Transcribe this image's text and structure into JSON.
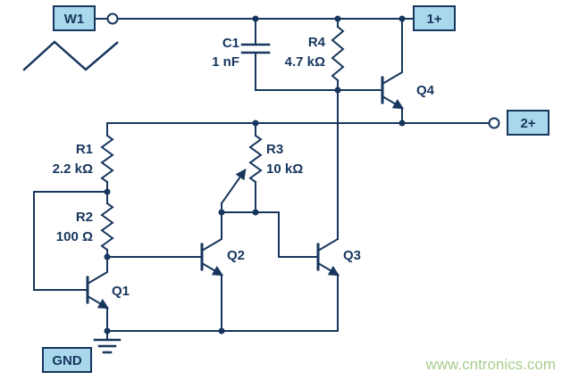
{
  "schematic": {
    "type": "circuit-schematic",
    "background": "#ffffff",
    "wire_color": "#17365d",
    "terminal_fill": "#a9d8ed",
    "watermark_color": "#a6ce8d",
    "terminals": {
      "w1": "W1",
      "scope1": "1+",
      "scope2": "2+",
      "gnd": "GND"
    },
    "components": {
      "c1": {
        "ref": "C1",
        "value": "1 nF",
        "type": "capacitor"
      },
      "r1": {
        "ref": "R1",
        "value": "2.2 kΩ",
        "type": "resistor"
      },
      "r2": {
        "ref": "R2",
        "value": "100 Ω",
        "type": "resistor"
      },
      "r3": {
        "ref": "R3",
        "value": "10 kΩ",
        "type": "potentiometer"
      },
      "r4": {
        "ref": "R4",
        "value": "4.7 kΩ",
        "type": "resistor"
      },
      "q1": {
        "ref": "Q1",
        "type": "npn-transistor"
      },
      "q2": {
        "ref": "Q2",
        "type": "npn-transistor"
      },
      "q3": {
        "ref": "Q3",
        "type": "npn-transistor"
      },
      "q4": {
        "ref": "Q4",
        "type": "npn-transistor"
      }
    },
    "watermark": "www.cntronics.com"
  }
}
